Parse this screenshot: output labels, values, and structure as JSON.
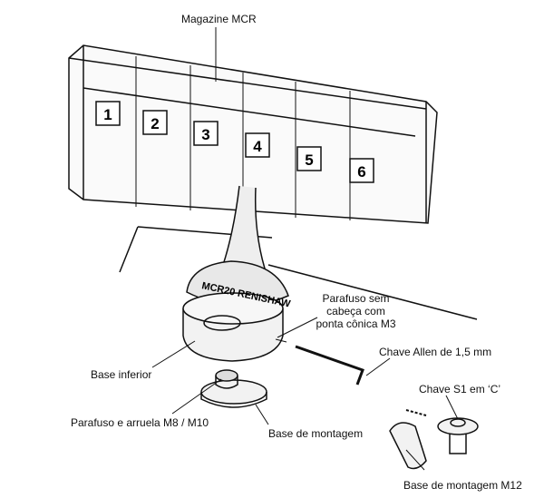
{
  "labels": {
    "magazine": "Magazine MCR",
    "grub_screw": [
      "Parafuso sem",
      "cabeça com",
      "ponta cônica M3"
    ],
    "allen_key": "Chave Allen de 1,5 mm",
    "lower_base": "Base inferior",
    "c_spanner": "Chave S1 em ‘C’",
    "screw_washer": "Parafuso e arruela M8 / M10",
    "mounting_base": "Base de montagem",
    "mounting_base_m12": "Base de montagem M12"
  },
  "magazine_slots": [
    "1",
    "2",
    "3",
    "4",
    "5",
    "6"
  ],
  "product_marking": "MCR20 RENISHAW"
}
